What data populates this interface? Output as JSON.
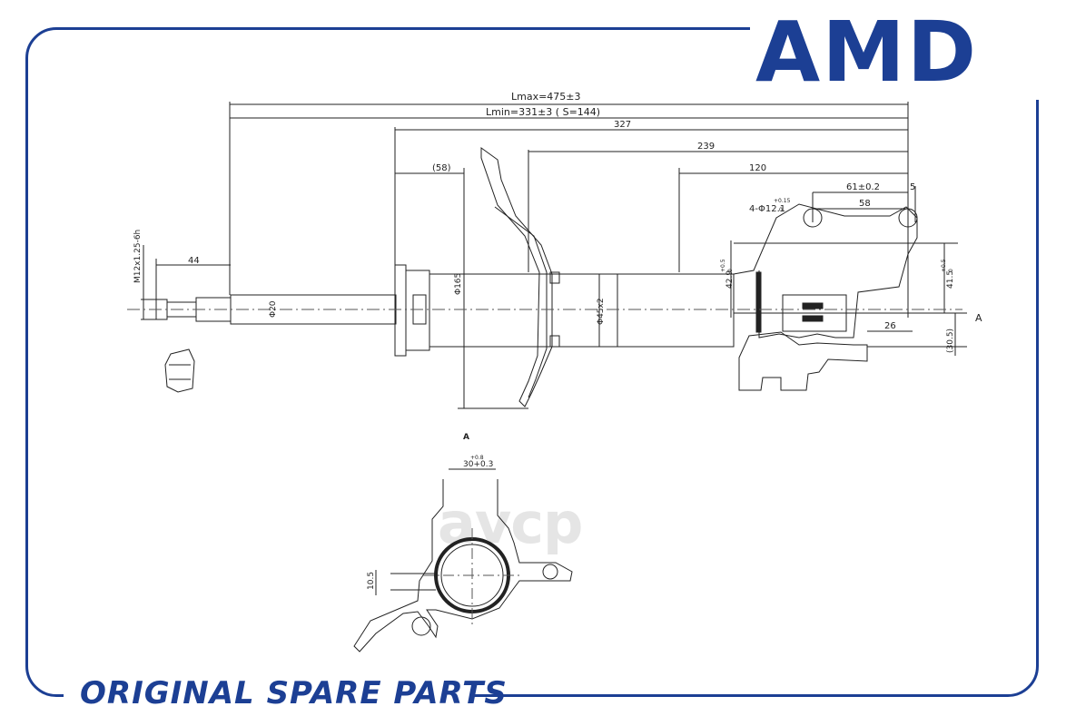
{
  "brand": {
    "logo": "AMD",
    "footer": "ORIGINAL SPARE PARTS",
    "accent_color": "#1c3f94"
  },
  "watermark": "avcp",
  "dimensions": {
    "lmax": "Lmax=475±3",
    "lmin": "Lmin=331±3 (     S=144)",
    "d327": "327",
    "d239": "239",
    "d120": "120",
    "d58p": "(58)",
    "d61": "61±0.2",
    "d5": "5",
    "d58": "58",
    "hole": "4-Φ12.1",
    "hole_tol": "+0.15",
    "hole_tol2": "0",
    "d44": "44",
    "thread": "M12x1.25-6h",
    "rod": "Φ20",
    "seat": "Φ165",
    "tube": "Φ45x2",
    "d42": "42.9",
    "d42_tol": "+0.5",
    "d42_tol2": "0",
    "d415": "41.5",
    "d415_tol": "+0.5",
    "d415_tol2": "0",
    "d26": "26",
    "d305": "(30.5)",
    "view_ref": "A",
    "view_label": "A",
    "d30": "30+0.3",
    "d30_tol": "+0.8",
    "d105": "10.5"
  }
}
